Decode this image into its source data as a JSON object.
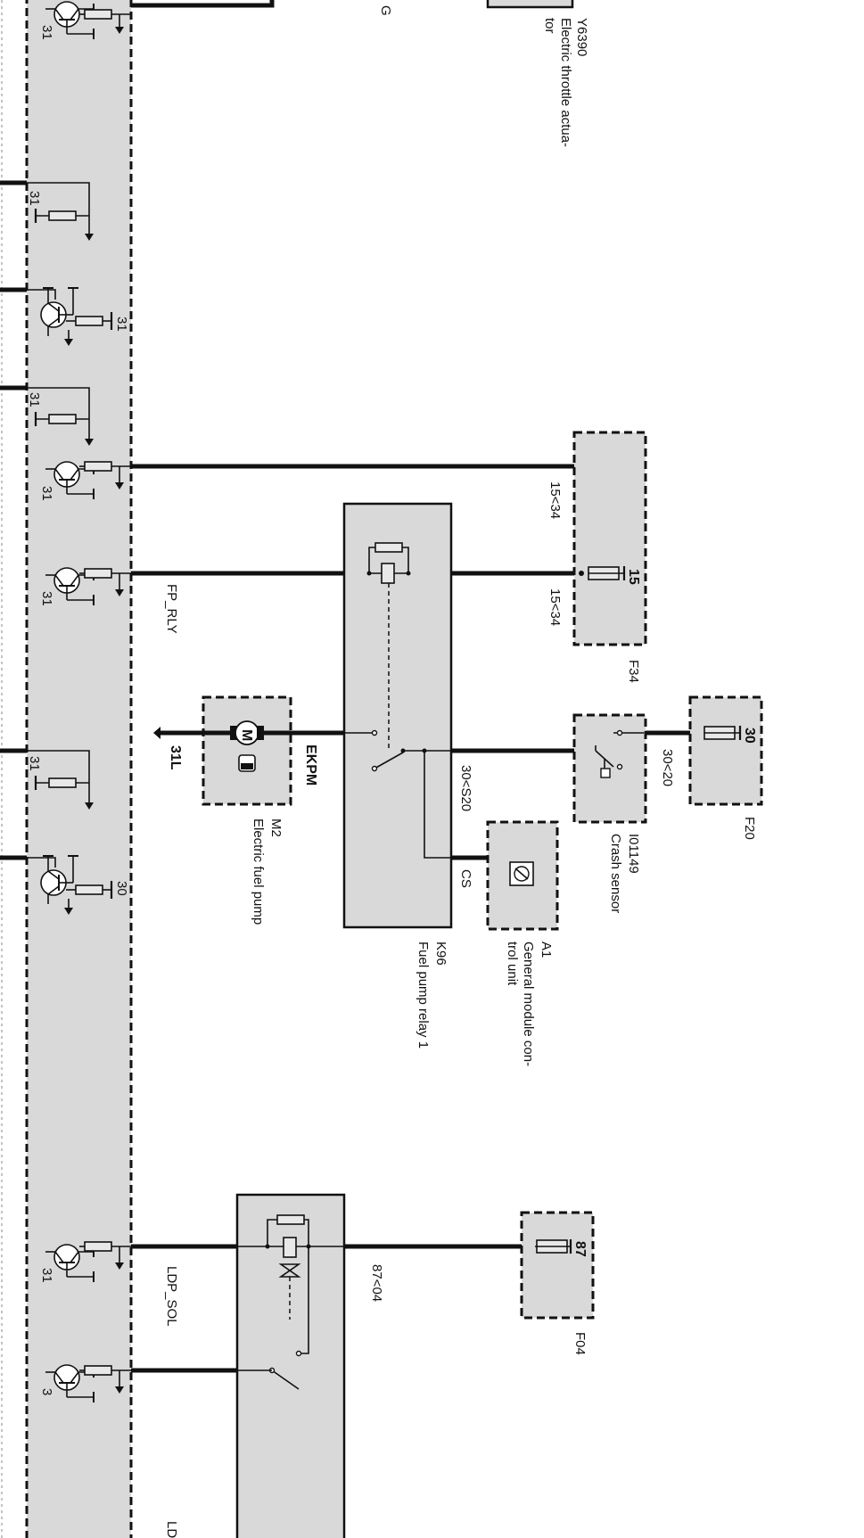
{
  "diagram": {
    "y6390_code": "Y6390",
    "y6390_name_1": "Electric throttle actua-",
    "y6390_name_2": "tor",
    "top_edge_label": "G",
    "ground_31": "31",
    "supply_30": "30",
    "f34_code": "F34",
    "f34_pin": "15",
    "f34_wire_1": "15<34",
    "f34_wire_2": "15<34",
    "fp_rly_label": "FP_RLY",
    "f20_code": "F20",
    "f20_pin": "30",
    "f20_wire": "30<20",
    "crash_code": "I01149",
    "crash_name": "Crash sensor",
    "relay_wire": "30<S20",
    "m2_code": "M2",
    "m2_name": "Electric fuel pump",
    "ekpm_label": "EKPM",
    "ground_31l": "31L",
    "motor_symbol": "M",
    "cs_label": "CS",
    "a1_code": "A1",
    "a1_name_1": "General module con-",
    "a1_name_2": "trol unit",
    "k96_code": "K96",
    "k96_name": "Fuel pump relay 1",
    "f04_code": "F04",
    "f04_pin": "87",
    "f04_wire": "87<04",
    "ldp_sol_label": "LDP_SOL",
    "bottom_edge_label": "LD",
    "bottom_31": "3"
  }
}
